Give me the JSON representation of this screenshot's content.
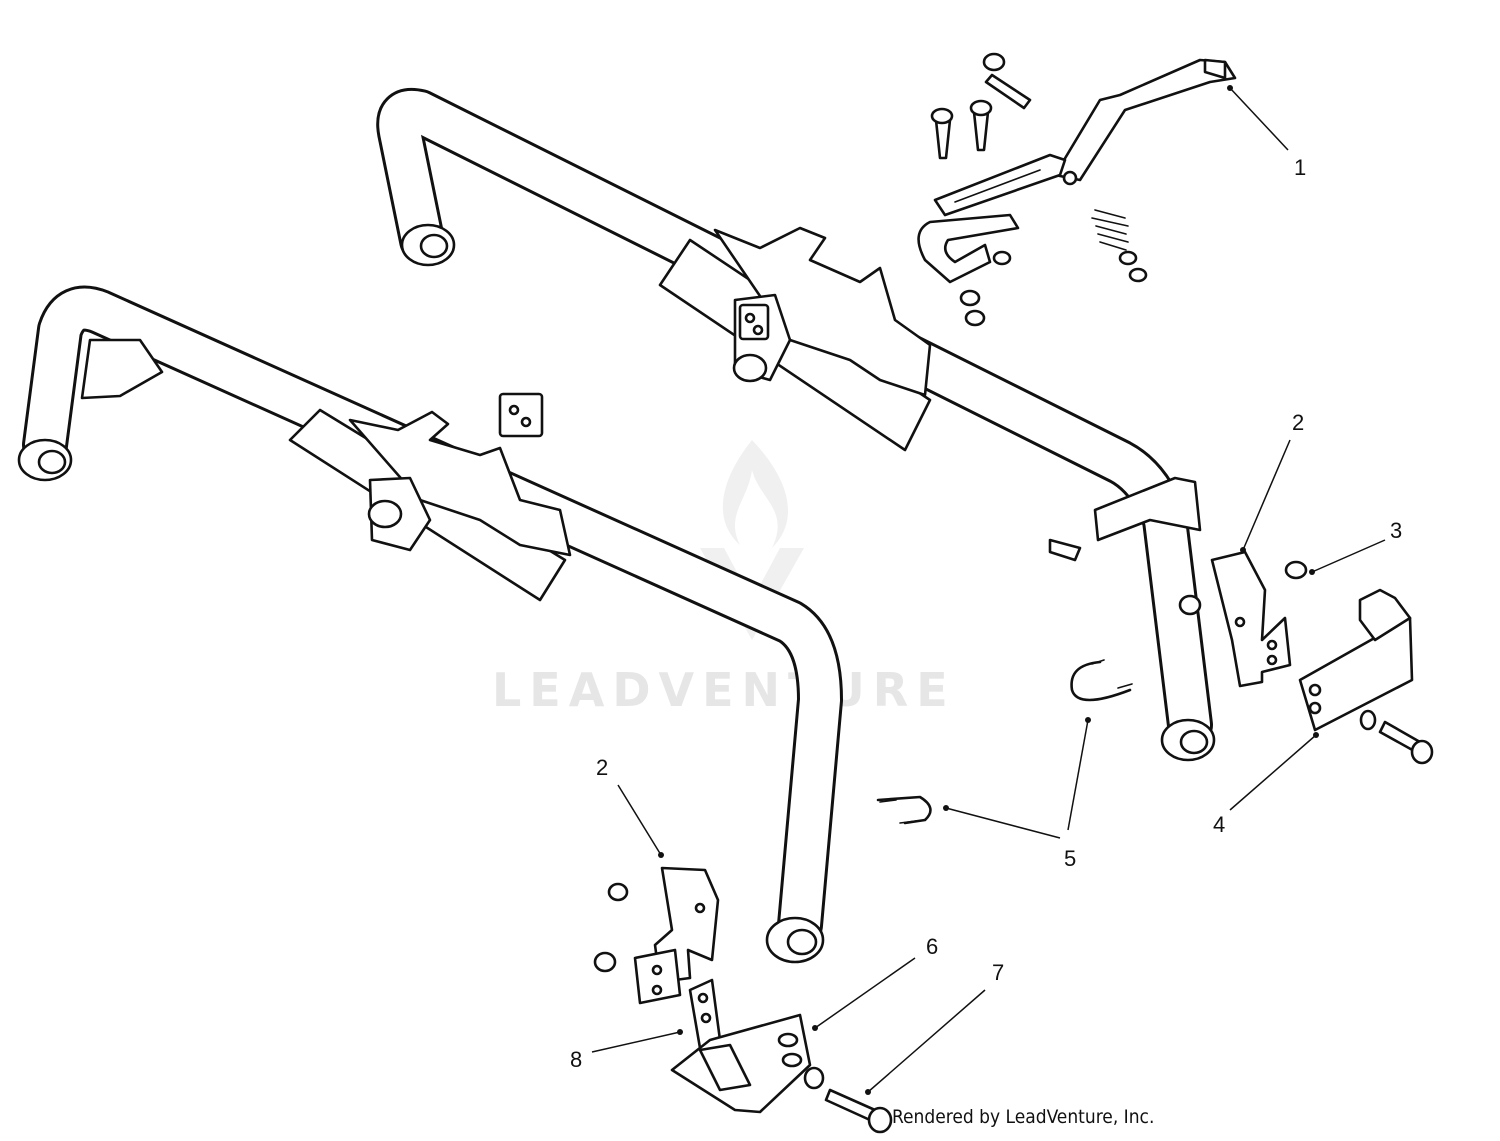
{
  "watermark": {
    "brand": "LEADVENTURE",
    "icon": "flame-v-logo-icon"
  },
  "footer": {
    "text": "Rendered by LeadVenture, Inc."
  },
  "callouts": [
    {
      "id": "c1",
      "label": "1"
    },
    {
      "id": "c2a",
      "label": "2"
    },
    {
      "id": "c3",
      "label": "3"
    },
    {
      "id": "c4",
      "label": "4"
    },
    {
      "id": "c2b",
      "label": "2"
    },
    {
      "id": "c5",
      "label": "5"
    },
    {
      "id": "c6",
      "label": "6"
    },
    {
      "id": "c7",
      "label": "7"
    },
    {
      "id": "c8",
      "label": "8"
    }
  ]
}
